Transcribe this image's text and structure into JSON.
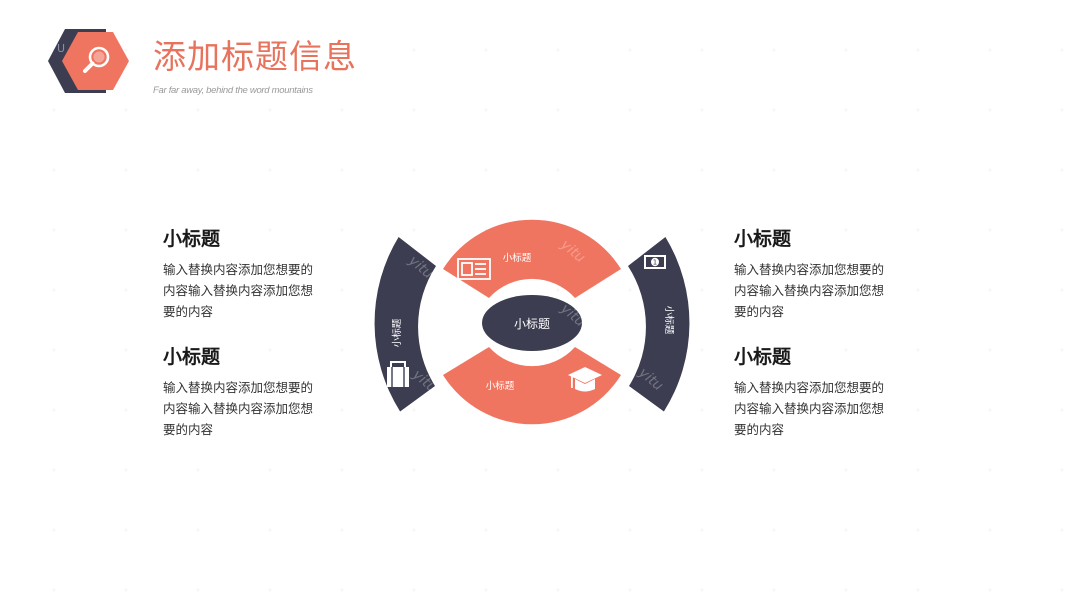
{
  "header": {
    "title": "添加标题信息",
    "subtitle": "Far far away, behind the word mountains",
    "logo_icon": "magnifier-icon"
  },
  "colors": {
    "accent": "#F07560",
    "dark": "#3C3D50",
    "title": "#E8735C",
    "text": "#333333"
  },
  "blocks": [
    {
      "position": "left-top",
      "heading": "小标题",
      "body": "输入替换内容添加您想要的内容输入替换内容添加您想要的内容"
    },
    {
      "position": "left-bottom",
      "heading": "小标题",
      "body": "输入替换内容添加您想要的内容输入替换内容添加您想要的内容"
    },
    {
      "position": "right-top",
      "heading": "小标题",
      "body": "输入替换内容添加您想要的内容输入替换内容添加您想要的内容"
    },
    {
      "position": "right-bottom",
      "heading": "小标题",
      "body": "输入替换内容添加您想要的内容输入替换内容添加您想要的内容"
    }
  ],
  "diagram": {
    "center": {
      "label": "小标题"
    },
    "segments": [
      {
        "position": "top",
        "label": "小标题",
        "icon": "newspaper-icon",
        "color": "accent"
      },
      {
        "position": "bottom",
        "label": "小标题",
        "icon": "graduation-cap-icon",
        "color": "accent"
      },
      {
        "position": "left",
        "label": "小标题",
        "icon": "briefcase-icon",
        "color": "dark"
      },
      {
        "position": "right",
        "label": "小标题",
        "icon": "banknote-icon",
        "color": "dark"
      }
    ]
  },
  "watermark": "yitu"
}
